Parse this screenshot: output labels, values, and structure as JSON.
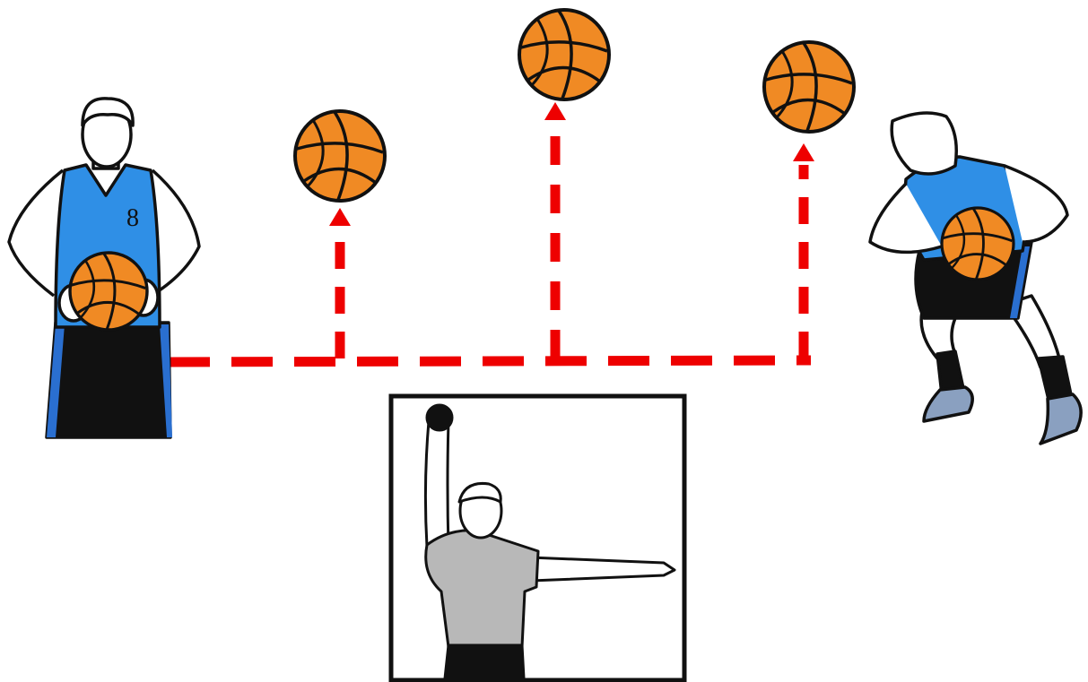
{
  "diagram": {
    "jersey_number": "8",
    "colors": {
      "path_red": "#ee0000",
      "ball_orange": "#f08a24",
      "jersey_blue": "#2f8fe6",
      "shorts_black": "#111111",
      "stripe_blue": "#2a6fd0",
      "skin": "#ffffff",
      "referee_shirt": "#b8b8b8",
      "outline": "#111111"
    },
    "elements": {
      "passer": "player-holding-ball",
      "receiver": "player-receiving-ball",
      "referee": "referee-signal",
      "balls": [
        "basketball-bounce-1",
        "basketball-bounce-2",
        "basketball-bounce-3"
      ],
      "arrows": [
        "up-arrow-1",
        "up-arrow-2",
        "up-arrow-3"
      ]
    }
  }
}
